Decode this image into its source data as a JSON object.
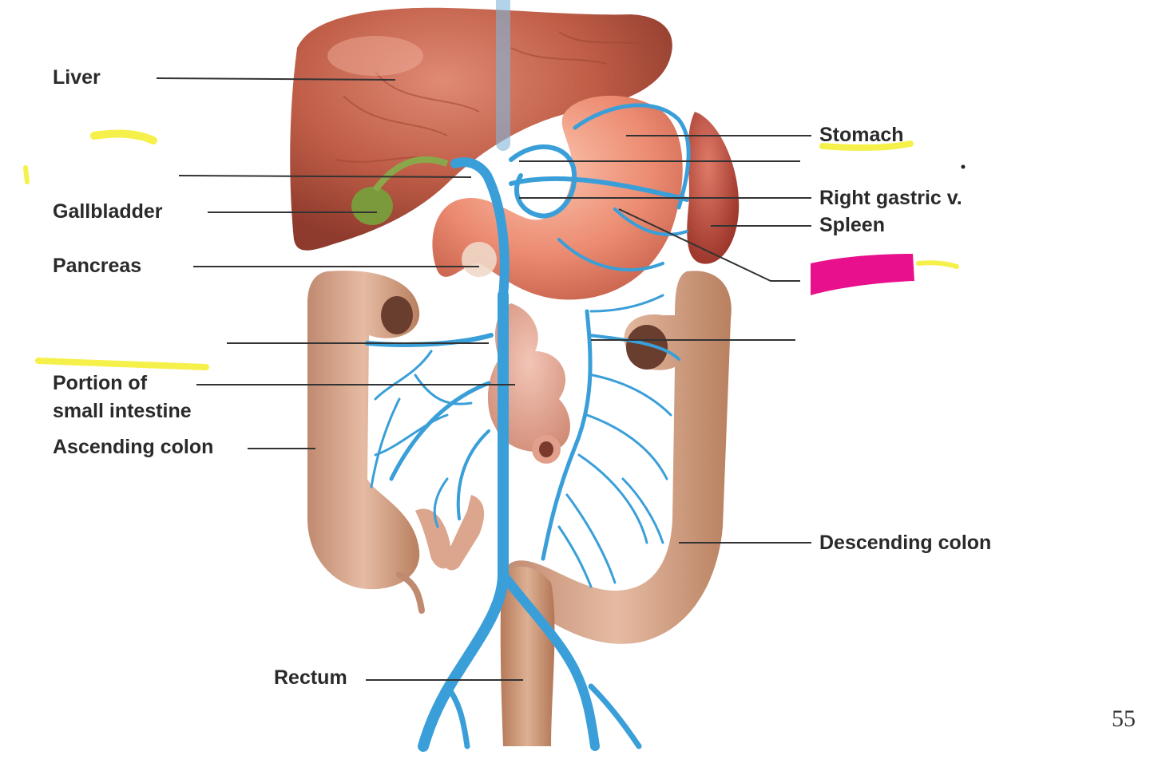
{
  "labels": {
    "liver": "Liver",
    "gallbladder": "Gallbladder",
    "pancreas": "Pancreas",
    "small_intestine_line1": "Portion of",
    "small_intestine_line2": "small intestine",
    "ascending_colon": "Ascending colon",
    "rectum": "Rectum",
    "stomach": "Stomach",
    "right_gastric_v": "Right gastric v.",
    "spleen": "Spleen",
    "descending_colon": "Descending colon"
  },
  "page_number": "55",
  "colors": {
    "vein_blue": "#3a9fd8",
    "liver": "#b5513f",
    "stomach": "#e88a72",
    "spleen": "#b8443a",
    "colon": "#d7a58a",
    "gallbladder": "#7a9a3c",
    "highlight_yellow": "#f6f04a",
    "highlight_magenta": "#e8108c",
    "leader_line": "#333333",
    "label_text": "#2a2a2a"
  },
  "icons": {
    "liver": "liver-organ",
    "stomach": "stomach-organ",
    "spleen": "spleen-organ",
    "colon": "colon-organ",
    "veins": "hepatic-portal-vein-network"
  }
}
